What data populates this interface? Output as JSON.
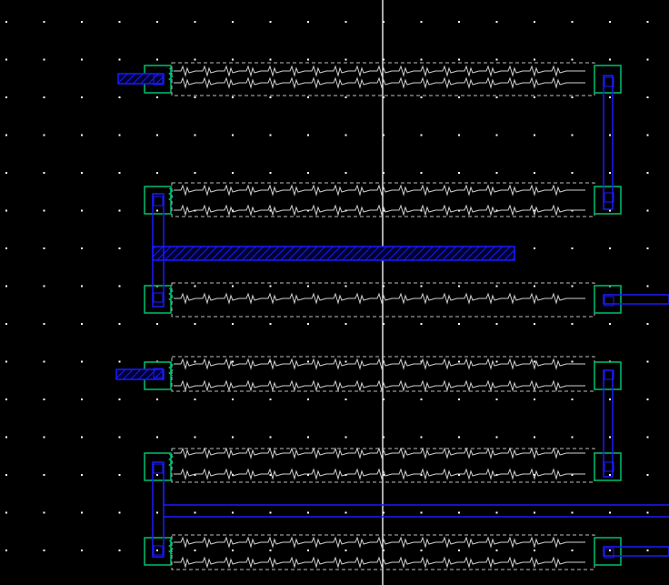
{
  "view": {
    "type": "layout-editor-canvas",
    "background_color": "#000000",
    "grid": {
      "dots": true,
      "dot_color": "#ffffff"
    },
    "cursor_crosshair": "vertical-line"
  },
  "colors": {
    "metal_wire": "#1a1aff",
    "metal_fill_hatch": "#1a1aff",
    "contact_box": "#00c070",
    "resistor_outline": "#bbbbbb",
    "resistor_zigzag": "#d0d0d0",
    "resistor_end_zigzag": "#00c070",
    "crosshair": "#e0e0e0"
  },
  "resistor_rows": [
    {
      "name": "resistor-row-1",
      "strands": 2
    },
    {
      "name": "resistor-row-2",
      "strands": 2
    },
    {
      "name": "resistor-row-3",
      "strands": 1
    },
    {
      "name": "resistor-row-4",
      "strands": 2
    },
    {
      "name": "resistor-row-5",
      "strands": 2
    },
    {
      "name": "resistor-row-6",
      "strands": 2
    }
  ]
}
